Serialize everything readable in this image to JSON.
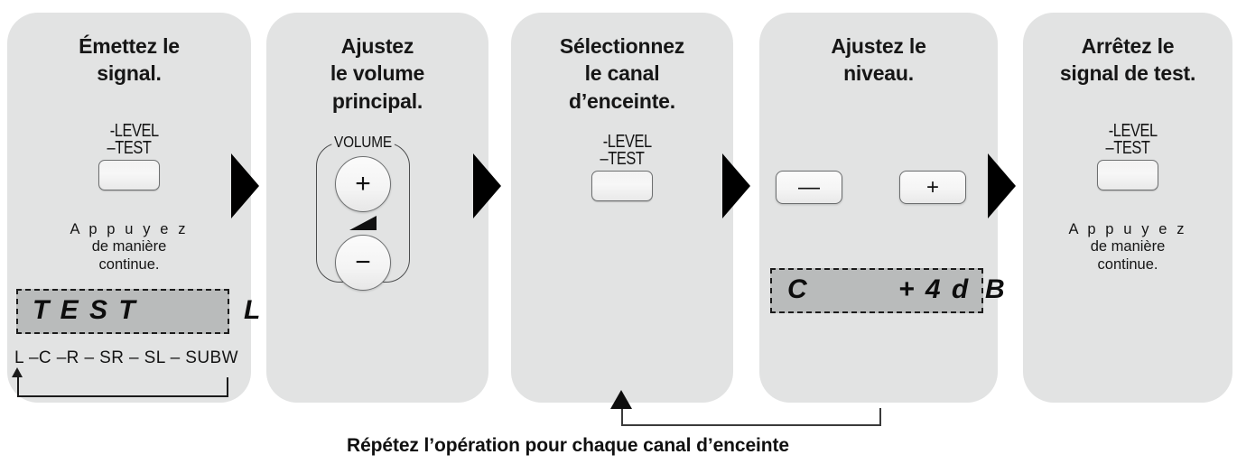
{
  "figure": {
    "type": "process-flow-diagram",
    "panel_bg": "#e2e3e3",
    "accent": "#000000",
    "lcd_bg": "#b9bbbb"
  },
  "steps": [
    {
      "id": "step-1",
      "title": "Émettez le\nsignal.",
      "title_line1": "Émettez le",
      "title_line2": "signal.",
      "control": "level-test-button",
      "button_label_top": "-LEVEL",
      "button_label_bottom": "–TEST",
      "note_line1": "A p p u y e z",
      "note_line2": "de manière",
      "note_line3": "continue.",
      "display_text": "T E S T",
      "display_outside": "L",
      "chain": "L –C –R – SR – SL – SUBW"
    },
    {
      "id": "step-2",
      "title_line1": "Ajustez",
      "title_line2": "le volume",
      "title_line3": "principal.",
      "control": "volume-rocker",
      "volume_label": "VOLUME",
      "plus_glyph": "+",
      "minus_glyph": "−"
    },
    {
      "id": "step-3",
      "title_line1": "Sélectionnez",
      "title_line2": "le canal",
      "title_line3": "d’enceinte.",
      "control": "level-test-button",
      "button_label_top": "-LEVEL",
      "button_label_bottom": "–TEST"
    },
    {
      "id": "step-4",
      "title_line1": "Ajustez le",
      "title_line2": "niveau.",
      "control": "level-adjust-buttons",
      "minus_glyph": "—",
      "plus_glyph": "+",
      "display_text": "C",
      "display_value": "+ 4 d",
      "display_outside": "B"
    },
    {
      "id": "step-5",
      "title_line1": "Arrêtez le",
      "title_line2": "signal de test.",
      "control": "level-test-button",
      "button_label_top": "-LEVEL",
      "button_label_bottom": "–TEST",
      "note_line1": "A p p u y e z",
      "note_line2": "de manière",
      "note_line3": "continue."
    }
  ],
  "footer": {
    "repeat_caption": "Répétez l’opération pour chaque canal d’enceinte"
  }
}
